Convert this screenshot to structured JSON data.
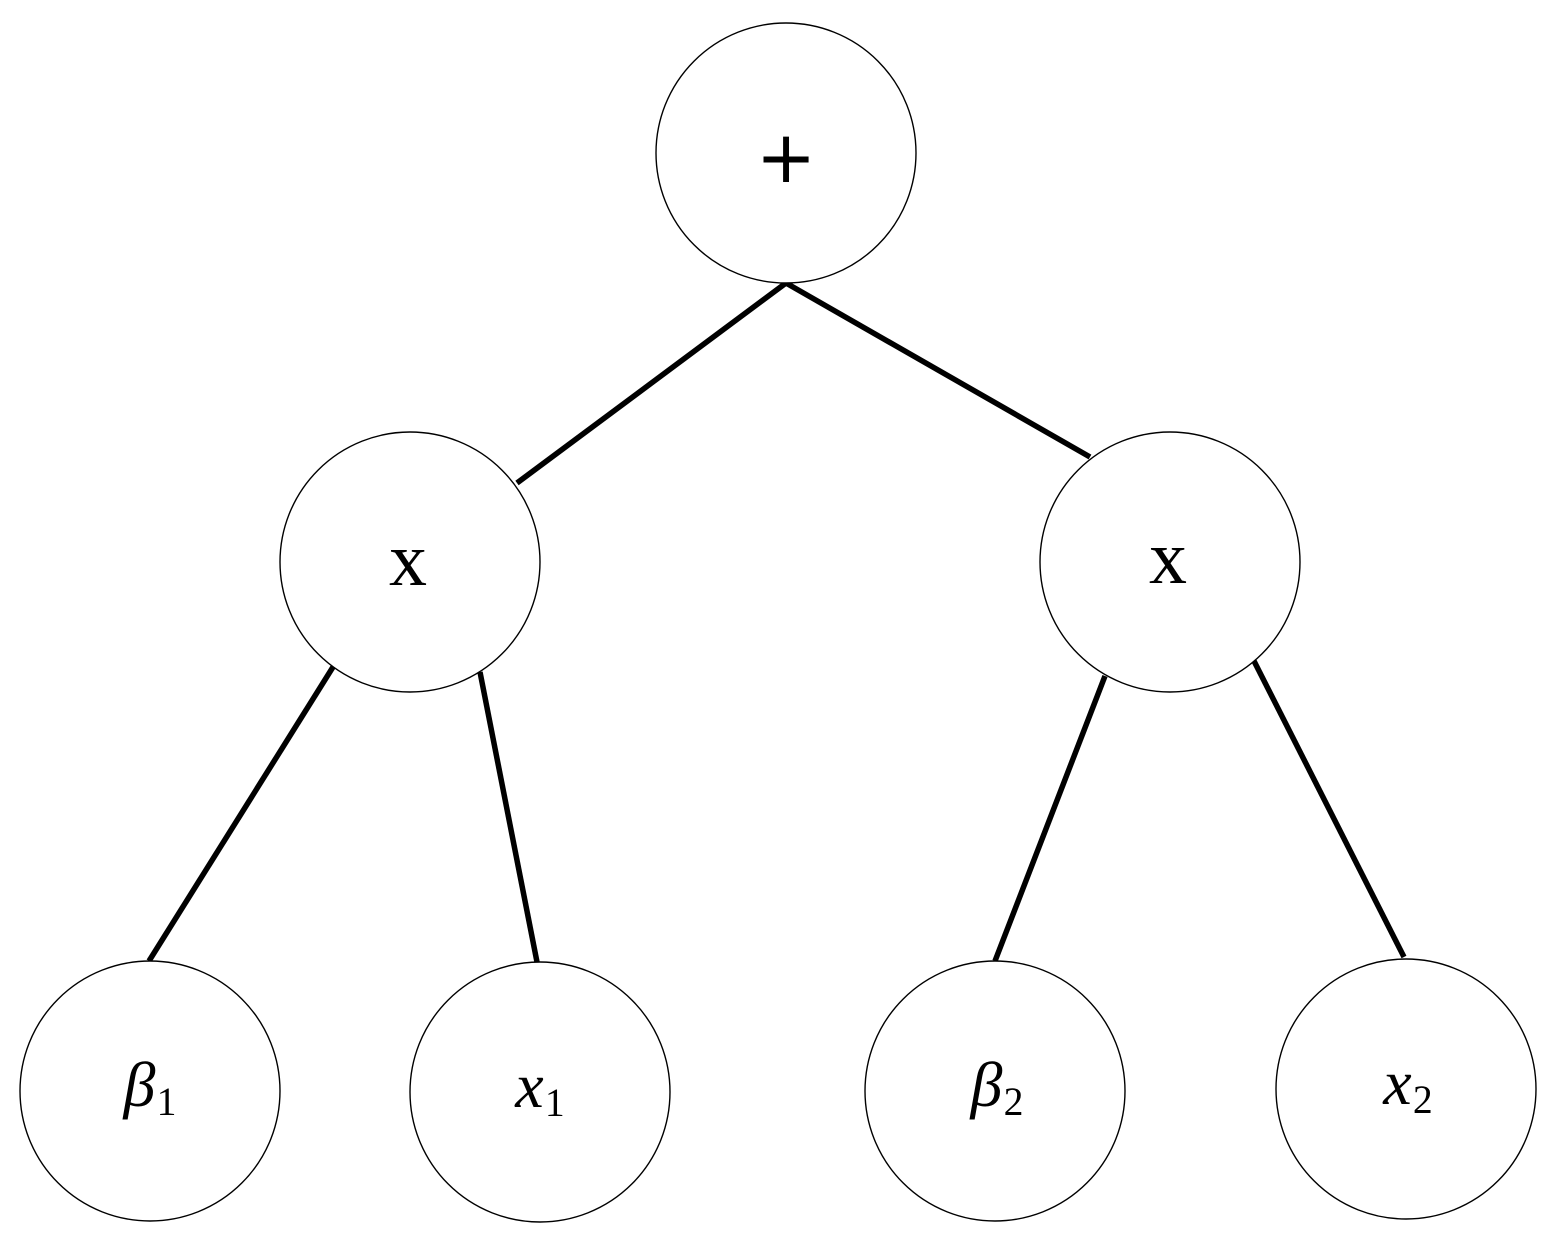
{
  "diagram": {
    "title": "expression-tree",
    "colors": {
      "background": "#ffffff",
      "stroke": "#000000",
      "node_fill": "#ffffff",
      "text": "#000000"
    },
    "nodes": [
      {
        "id": "plus",
        "role": "operator",
        "label": "+",
        "sub": ""
      },
      {
        "id": "times-left",
        "role": "operator",
        "label": "x",
        "sub": ""
      },
      {
        "id": "times-right",
        "role": "operator",
        "label": "x",
        "sub": ""
      },
      {
        "id": "beta1",
        "role": "operand",
        "label": "β",
        "sub": "1"
      },
      {
        "id": "x1",
        "role": "operand",
        "label": "x",
        "sub": "1"
      },
      {
        "id": "beta2",
        "role": "operand",
        "label": "β",
        "sub": "2"
      },
      {
        "id": "x2",
        "role": "operand",
        "label": "x",
        "sub": "2"
      }
    ],
    "edges": [
      {
        "from": "plus",
        "to": "times-left"
      },
      {
        "from": "plus",
        "to": "times-right"
      },
      {
        "from": "times-left",
        "to": "beta1"
      },
      {
        "from": "times-left",
        "to": "x1"
      },
      {
        "from": "times-right",
        "to": "beta2"
      },
      {
        "from": "times-right",
        "to": "x2"
      }
    ]
  }
}
